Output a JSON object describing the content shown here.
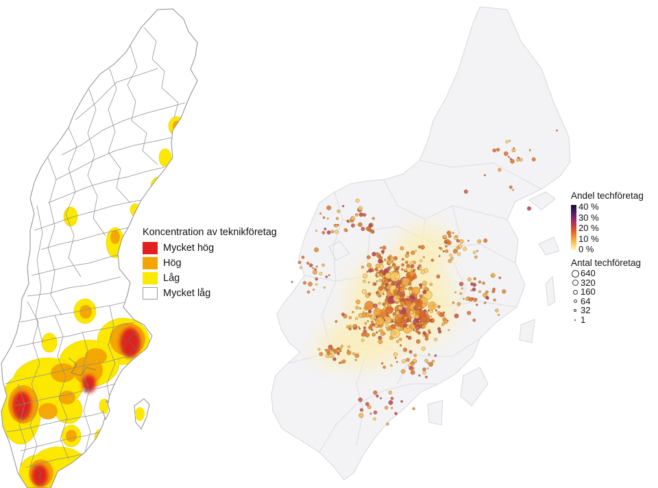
{
  "left_map": {
    "legend_title": "Koncentration av teknikföretag",
    "legend": [
      {
        "label": "Mycket hög",
        "color": "#e0201f"
      },
      {
        "label": "Hög",
        "color": "#f4a400"
      },
      {
        "label": "Låg",
        "color": "#fde800"
      },
      {
        "label": "Mycket låg",
        "color": "#ffffff"
      }
    ]
  },
  "right_map": {
    "color_legend_title": "Andel techföretag",
    "color_ticks": [
      "40 %",
      "30 %",
      "20 %",
      "10 %",
      "0 %"
    ],
    "size_legend_title": "Antal techföretag",
    "size_ticks": [
      {
        "label": "640",
        "value": 640
      },
      {
        "label": "320",
        "value": 320
      },
      {
        "label": "160",
        "value": 160
      },
      {
        "label": "64",
        "value": 64
      },
      {
        "label": "32",
        "value": 32
      },
      {
        "label": "1",
        "value": 1
      }
    ]
  }
}
